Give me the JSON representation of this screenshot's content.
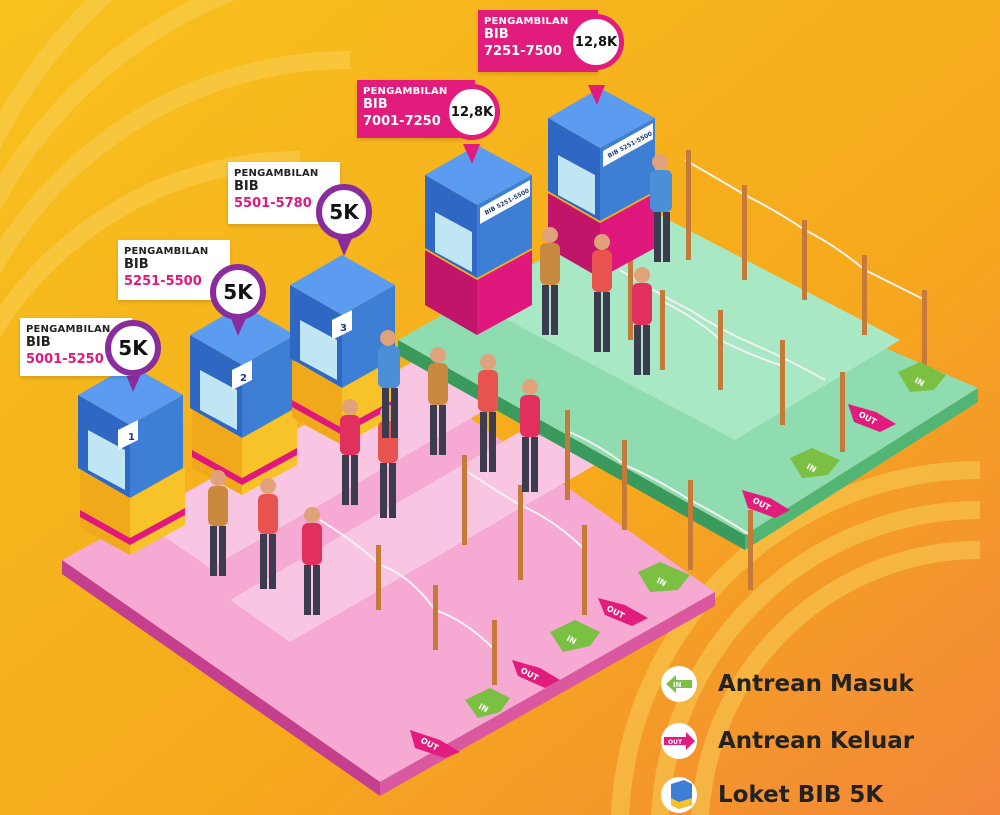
{
  "colors": {
    "bg": "#f7b41b",
    "mat_pink": "#f5a3cf",
    "mat_green": "#8fdcaf",
    "booth_blue": "#3e7fd6",
    "booth_gold": "#f7c329",
    "booth_red": "#e0187e",
    "in_green": "#7bc043",
    "out_pink": "#e21c7c"
  },
  "counters": [
    {
      "line1": "PENGAMBILAN",
      "line2": "BIB",
      "range": "5001-5250",
      "badge": "5K",
      "booth_number": "1"
    },
    {
      "line1": "PENGAMBILAN",
      "line2": "BIB",
      "range": "5251-5500",
      "badge": "5K",
      "booth_number": "2"
    },
    {
      "line1": "PENGAMBILAN",
      "line2": "BIB",
      "range": "5501-5780",
      "badge": "5K",
      "booth_number": "3"
    },
    {
      "line1": "PENGAMBILAN",
      "line2": "BIB",
      "range": "7001-7250",
      "badge": "12,8K",
      "booth_sign": "BIB 5251-5500"
    },
    {
      "line1": "PENGAMBILAN",
      "line2": "BIB",
      "range": "7251-7500",
      "badge": "12,8K",
      "booth_sign": "BIB 5251-5500"
    }
  ],
  "floor_arrows": {
    "in": "IN",
    "out": "OUT"
  },
  "legend": [
    {
      "icon": "in-arrow-icon",
      "label": "Antrean Masuk",
      "arrow_text": "IN"
    },
    {
      "icon": "out-arrow-icon",
      "label": "Antrean Keluar",
      "arrow_text": "OUT"
    },
    {
      "icon": "booth-icon",
      "label": "Loket BIB 5K"
    }
  ]
}
